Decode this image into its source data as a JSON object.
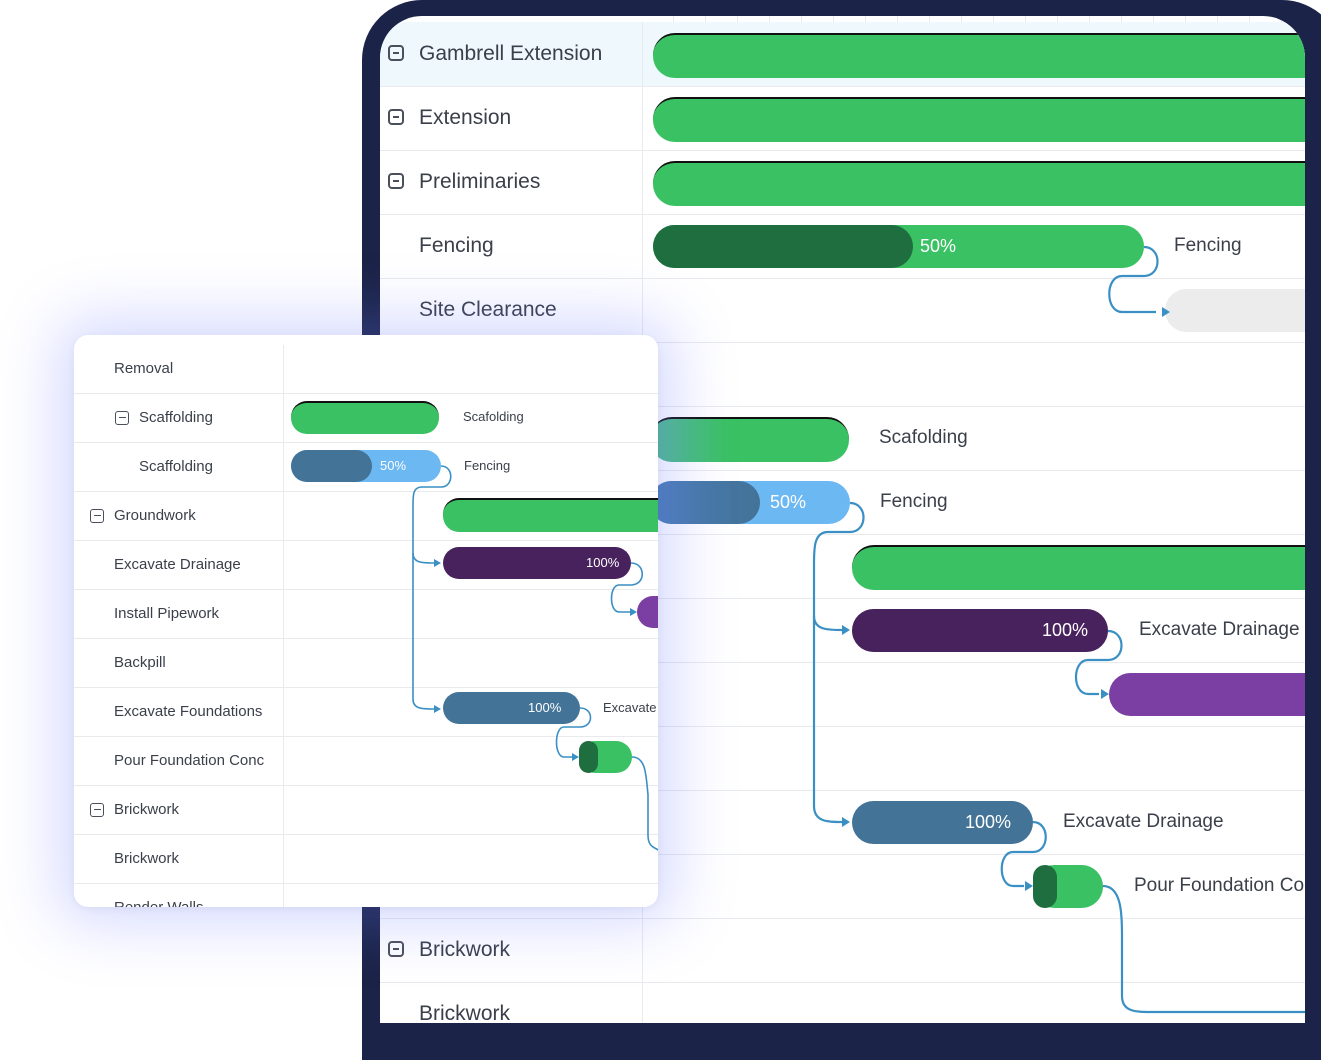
{
  "big_gantt": {
    "rows": [
      {
        "label": "Gambrell Extension",
        "collapsible": true
      },
      {
        "label": "Extension",
        "collapsible": true
      },
      {
        "label": "Preliminaries",
        "collapsible": true
      },
      {
        "label": "Fencing",
        "collapsible": false
      },
      {
        "label": "Site Clearance",
        "collapsible": false
      },
      {
        "label": "",
        "collapsible": false
      },
      {
        "label": "",
        "collapsible": false
      },
      {
        "label": "",
        "collapsible": false
      },
      {
        "label": "",
        "collapsible": false
      },
      {
        "label": "",
        "collapsible": false
      },
      {
        "label": "",
        "collapsible": false
      },
      {
        "label": "",
        "collapsible": false
      },
      {
        "label": "",
        "collapsible": false
      },
      {
        "label": "",
        "collapsible": false
      },
      {
        "label": "Brickwork",
        "collapsible": true
      },
      {
        "label": "Brickwork",
        "collapsible": false
      }
    ],
    "bars": {
      "fencing_pct": "50%",
      "fencing_label": "Fencing",
      "scaffolding_label": "Scafolding",
      "fencing2_pct": "50%",
      "fencing2_label": "Fencing",
      "excavate_pct": "100%",
      "excavate_label": "Excavate Drainage",
      "excavate2_pct": "100%",
      "excavate2_label": "Excavate Drainage",
      "pour_label": "Pour Foundation Co"
    }
  },
  "small_gantt": {
    "rows": [
      {
        "label": "Removal"
      },
      {
        "label": "Scaffolding"
      },
      {
        "label": "Scaffolding"
      },
      {
        "label": "Groundwork"
      },
      {
        "label": "Excavate Drainage"
      },
      {
        "label": "Install Pipework"
      },
      {
        "label": "Backpill"
      },
      {
        "label": "Excavate Foundations"
      },
      {
        "label": "Pour Foundation Conc"
      },
      {
        "label": "Brickwork"
      },
      {
        "label": "Brickwork"
      },
      {
        "label": "Render Walls"
      }
    ],
    "bars": {
      "scaffolding_label": "Scafolding",
      "scaffolding2_pct": "50%",
      "fencing_label": "Fencing",
      "excavate_pct": "100%",
      "excavate_found_pct": "100%",
      "excavate_found_label": "Excavate"
    }
  },
  "colors": {
    "frame": "#1b2348",
    "green": "#3ac163",
    "dark_green": "#1f6e3f",
    "purple_dark": "#48225d",
    "purple": "#7b3fa3",
    "steel_blue": "#437397",
    "light_blue": "#6cb8f2",
    "connector": "#3a8fc4"
  }
}
